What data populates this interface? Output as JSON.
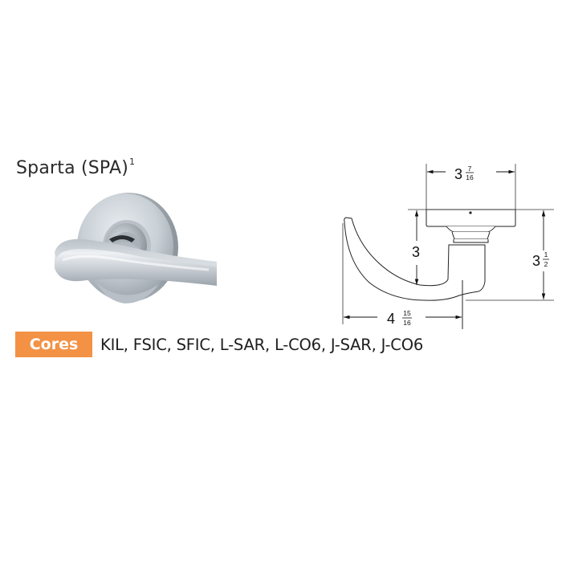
{
  "product": {
    "name": "Sparta (SPA)",
    "footnote_marker": "1"
  },
  "cores": {
    "badge_label": "Cores",
    "list": "KIL, FSIC, SFIC, L-SAR, L-CO6, J-SAR, J-CO6",
    "badge_color": "#f39245"
  },
  "dimensions": {
    "rose_diameter": {
      "whole": "3",
      "num": "7",
      "den": "16"
    },
    "lever_drop": {
      "whole": "3"
    },
    "overall_height": {
      "whole": "3",
      "num": "1",
      "den": "2"
    },
    "projection": {
      "whole": "4",
      "num": "15",
      "den": "16"
    }
  }
}
